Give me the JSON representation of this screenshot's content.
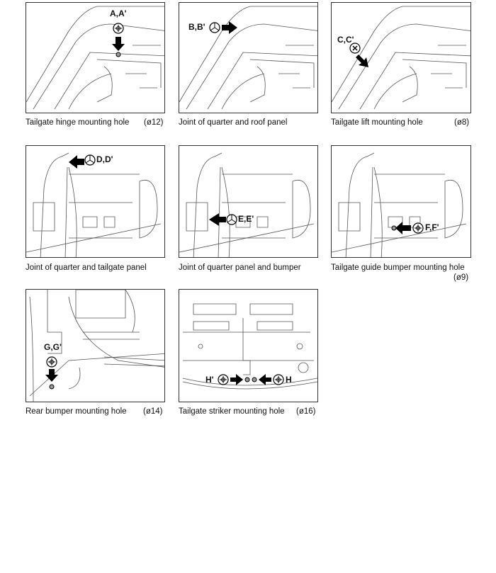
{
  "figures": [
    {
      "label": "A,A'",
      "caption": "Tailgate hinge mounting hole",
      "diameter": "(ø12)",
      "symbol": "crosshair-circle"
    },
    {
      "label": "B,B'",
      "caption": "Joint of quarter and roof panel",
      "diameter": "",
      "symbol": "weld-circle"
    },
    {
      "label": "C,C'",
      "caption": "Tailgate lift mounting hole",
      "diameter": "(ø8)",
      "symbol": "x-circle"
    },
    {
      "label": "D,D'",
      "caption": "Joint of quarter and tailgate panel",
      "diameter": "",
      "symbol": "weld-circle"
    },
    {
      "label": "E,E'",
      "caption": "Joint of quarter panel and bumper",
      "diameter": "",
      "symbol": "weld-circle"
    },
    {
      "label": "F,F'",
      "caption": "Tailgate guide bumper mounting hole",
      "diameter": "(ø9)",
      "symbol": "crosshair-circle"
    },
    {
      "label": "G,G'",
      "caption": "Rear bumper mounting hole",
      "diameter": "(ø14)",
      "symbol": "crosshair-circle"
    },
    {
      "label_left": "H'",
      "label_right": "H",
      "caption": "Tailgate striker mounting hole",
      "diameter": "(ø16)",
      "symbol": "crosshair-circle"
    }
  ]
}
